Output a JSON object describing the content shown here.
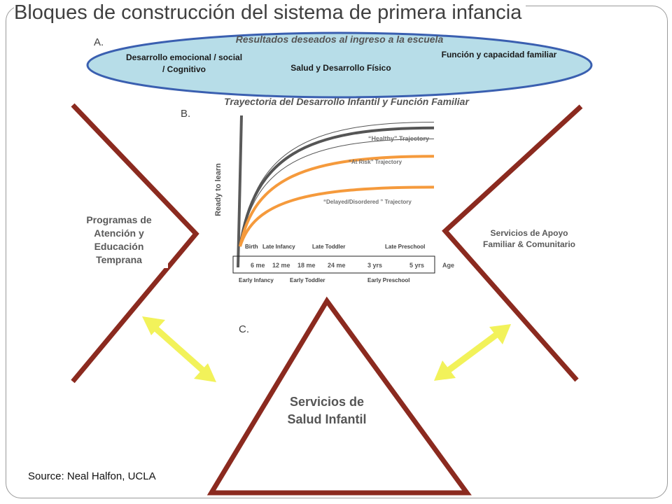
{
  "title": "Bloques de construcción del sistema de primera infancia",
  "section_a": {
    "letter": "A.",
    "heading": "Resultados deseados al ingreso a la escuela",
    "items": [
      "Desarrollo emocional / social / Cognitivo",
      "Salud y Desarrollo Físico",
      "Función y capacidad familiar"
    ],
    "oval_fill": "#b7dde8",
    "oval_stroke": "#3a5fb0"
  },
  "section_b": {
    "letter": "B.",
    "heading": "Trayectoria del Desarrollo Infantil y Función Familiar"
  },
  "section_c": {
    "letter": "C.",
    "triangle_label": "Servicios de Salud Infantil"
  },
  "left_block": {
    "label": "Programas de Atención y Educación Temprana",
    "shape": "chevron-right-pointing",
    "stroke_color": "#8b2a1f"
  },
  "right_block": {
    "label": "Servicios de Apoyo Familiar & Comunitario",
    "shape": "chevron-left-pointing",
    "stroke_color": "#8b2a1f"
  },
  "arrows": {
    "color": "#f2f25a",
    "type": "double-headed"
  },
  "chart_data": {
    "type": "line",
    "ylabel": "Ready to learn",
    "xlabel": "Age",
    "x_ticks": [
      "6 me",
      "12 me",
      "18 me",
      "24 me",
      "3 yrs",
      "5 yrs"
    ],
    "stages_top": [
      "Birth",
      "Late Infancy",
      "Late Toddler",
      "Late Preschool"
    ],
    "stages_bottom": [
      "Early Infancy",
      "Early Toddler",
      "Early Preschool"
    ],
    "series": [
      {
        "name": "“Healthy” Trajectory",
        "color": "#555555",
        "level": 0.92
      },
      {
        "name": "“At Risk” Trajectory",
        "color": "#f59a3c",
        "level": 0.7
      },
      {
        "name": "“Delayed/Disordered ” Trajectory",
        "color": "#f59a3c",
        "level": 0.46
      }
    ]
  },
  "source": "Source: Neal Halfon, UCLA"
}
